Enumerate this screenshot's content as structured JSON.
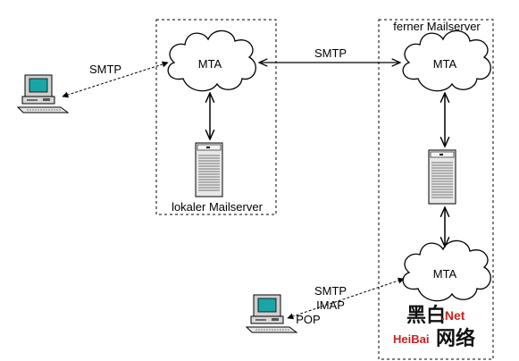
{
  "labels": {
    "mta_local": "MTA",
    "mta_remote": "MTA",
    "mta_bottom": "MTA",
    "smtp_top": "SMTP",
    "smtp_left": "SMTP",
    "smtp_bottom": "SMTP",
    "imap": "IMAP",
    "pop": "POP",
    "local_server": "lokaler Mailserver",
    "remote_server": "ferner Mailserver"
  },
  "watermark": {
    "chinese_1": "黑白",
    "net": ".Net",
    "brand": "HeiBai",
    "chinese_2": "网络"
  },
  "icons": {
    "client_top": "desktop-computer-icon",
    "client_bottom": "desktop-computer-icon",
    "server_local": "server-tower-icon",
    "server_remote": "server-tower-icon"
  }
}
